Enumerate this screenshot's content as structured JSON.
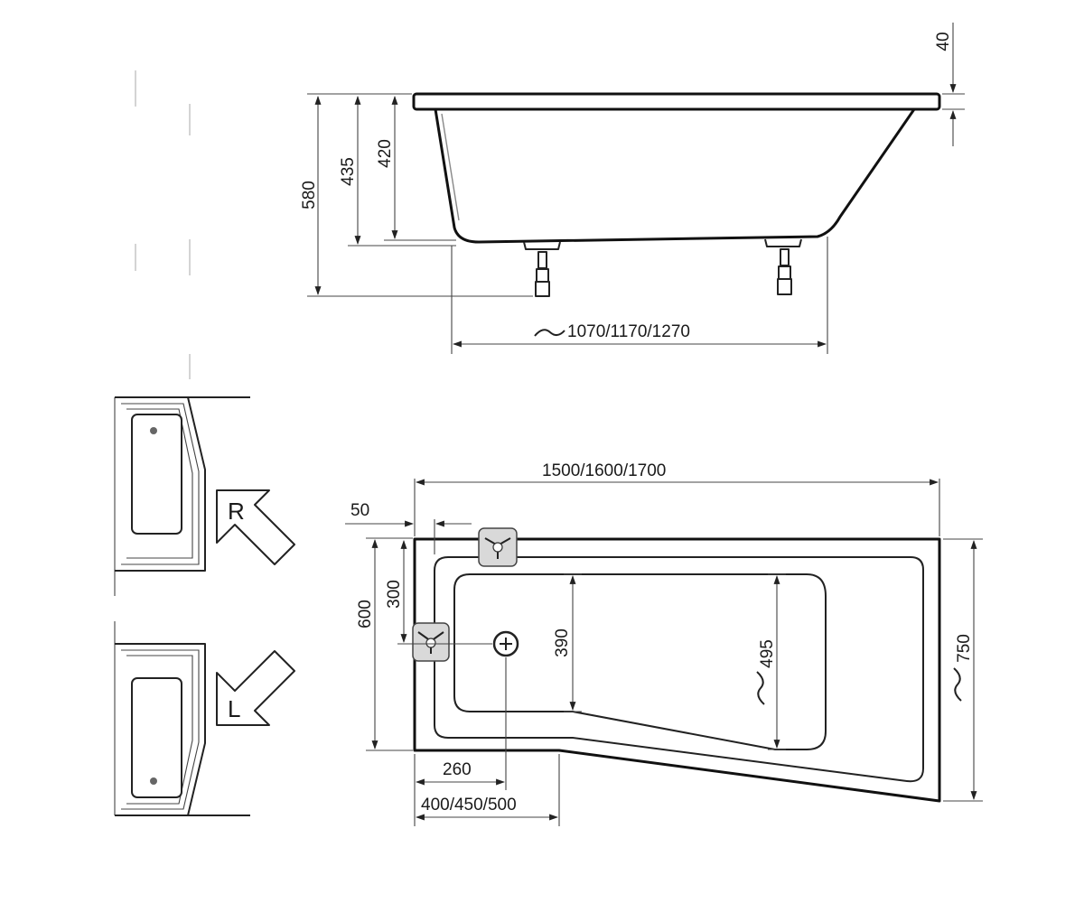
{
  "side_view": {
    "dim_rim": "40",
    "dim_overall_height": "580",
    "dim_height_435": "435",
    "dim_height_420": "420",
    "dim_base_length": "1070/1170/1270"
  },
  "plan_view": {
    "dim_length": "1500/1600/1700",
    "dim_corner": "50",
    "dim_short_width": "600",
    "dim_drain_offset": "300",
    "dim_inner_390": "390",
    "dim_inner_495": "495",
    "dim_total_width": "750",
    "dim_drain_from_end": "260",
    "dim_narrow_end": "400/450/500"
  },
  "orientation": {
    "right_label": "R",
    "left_label": "L"
  }
}
